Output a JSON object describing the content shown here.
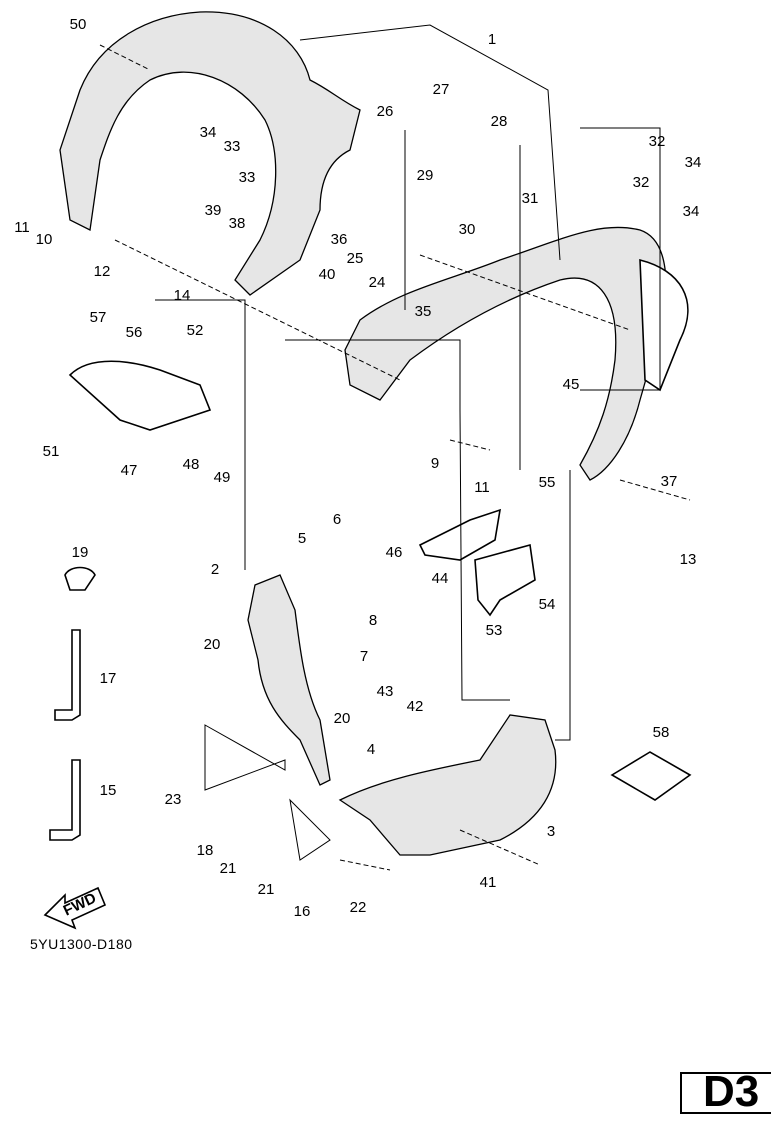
{
  "diagram": {
    "callouts": [
      "50",
      "1",
      "27",
      "28",
      "26",
      "34",
      "33",
      "33",
      "29",
      "31",
      "30",
      "32",
      "34",
      "32",
      "34",
      "11",
      "10",
      "39",
      "38",
      "36",
      "25",
      "24",
      "12",
      "14",
      "40",
      "35",
      "57",
      "56",
      "52",
      "45",
      "51",
      "47",
      "48",
      "49",
      "9",
      "11",
      "55",
      "37",
      "13",
      "6",
      "46",
      "44",
      "5",
      "19",
      "2",
      "54",
      "53",
      "8",
      "7",
      "17",
      "20",
      "43",
      "42",
      "20",
      "58",
      "4",
      "15",
      "23",
      "3",
      "18",
      "21",
      "21",
      "41",
      "16",
      "22"
    ],
    "fwd_label": "FWD",
    "drawing_code": "5YU1300-D180",
    "page_id": "D3"
  }
}
